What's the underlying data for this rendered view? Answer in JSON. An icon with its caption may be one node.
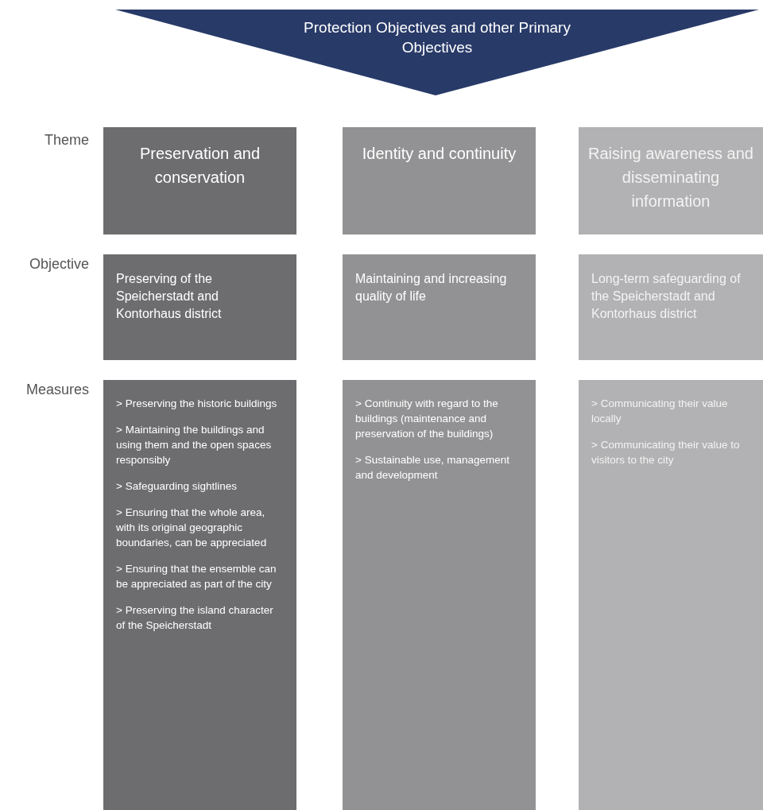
{
  "diagram": {
    "nodes": [
      {
        "text": [
          "Protection Objectives and other Primary Objectives"
        ]
      },
      {
        "text": [
          "Preservation and conservation"
        ]
      },
      {
        "text": [
          "Identity and continuity"
        ]
      },
      {
        "text": [
          "Raising awareness and disseminating information"
        ]
      },
      {
        "text": [
          "Preserving of the Speicherstadt and Kontorhaus district"
        ]
      },
      {
        "text": [
          "Maintaining and increasing quality of life"
        ]
      },
      {
        "text": [
          "Long-term safeguarding of the Speicherstadt and Kontorhaus district"
        ]
      },
      {
        "text": [
          "> Preserving the historic buildings",
          "> Maintaining the buildings and using them and the open spaces responsibly",
          "> Safeguarding sightlines",
          "> Ensuring that the whole area, with its original geographic boundaries, can be appreciated",
          "> Ensuring that the ensemble can be appreciated as part of the city",
          "> Preserving the island character of the Speicherstadt"
        ]
      },
      {
        "text": [
          "> Continuity with regard to the buildings (maintenance and preservation of the buildings)",
          "> Sustainable use, management and development"
        ]
      },
      {
        "text": [
          "> Communicating their value locally",
          "> Communicating their value to visitors to the city"
        ]
      }
    ],
    "labels": [
      "Theme",
      "Objective",
      "Measures"
    ]
  }
}
